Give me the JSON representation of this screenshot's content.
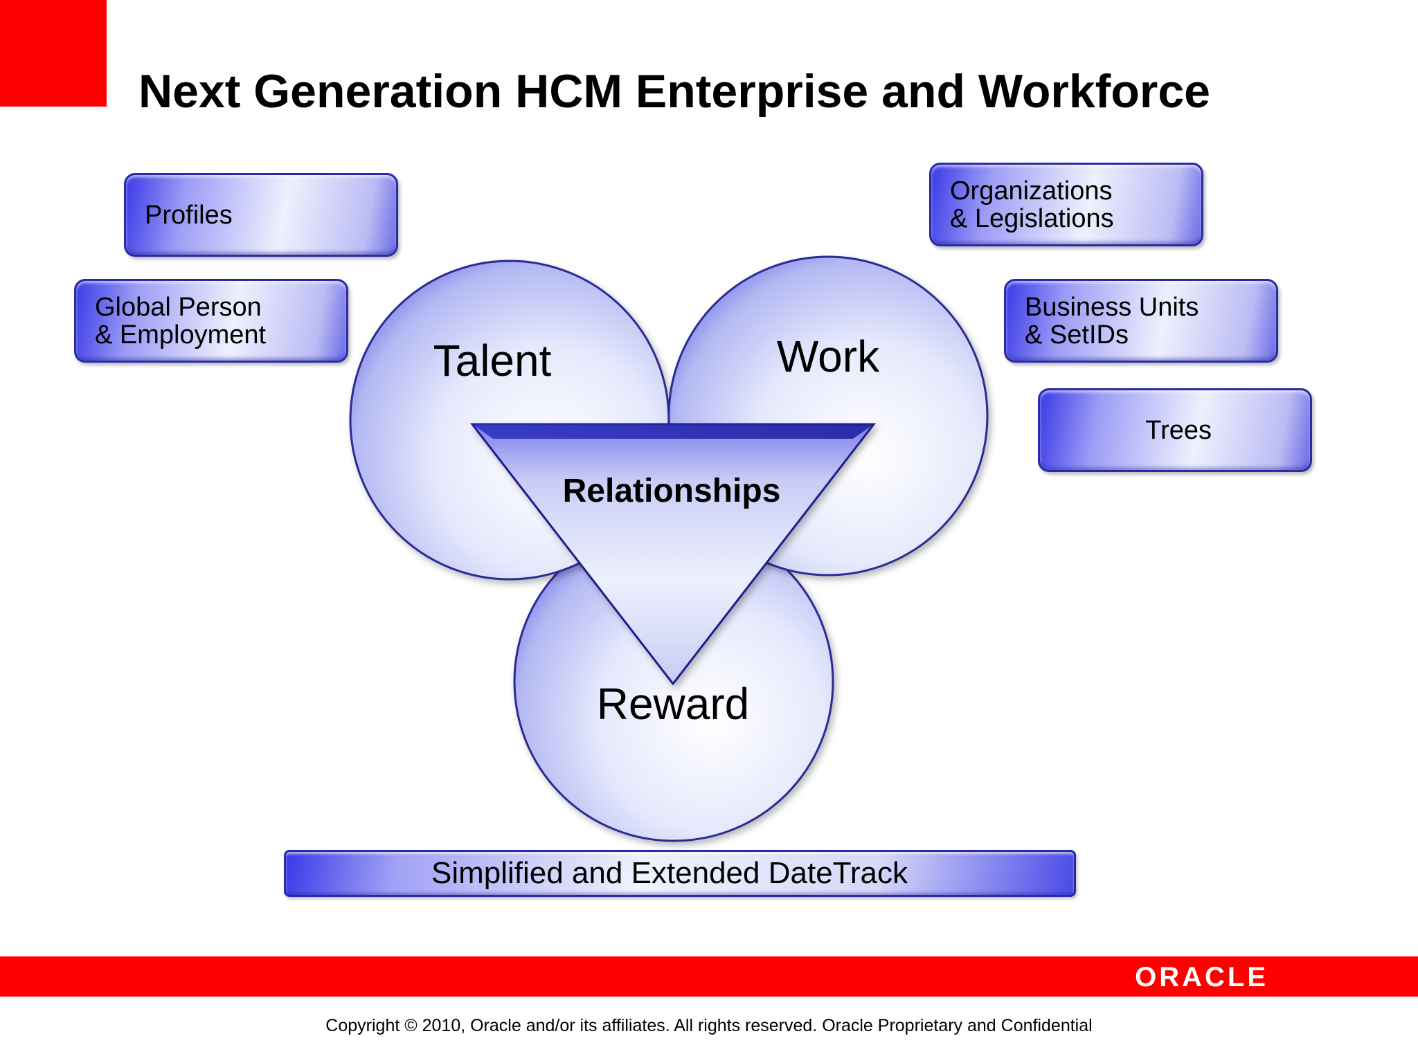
{
  "slide": {
    "title": "Next Generation HCM Enterprise and Workforce",
    "accent_color": "#ff0000",
    "box_color": "#3a3ae8",
    "circle_color": "#c4c9f7"
  },
  "left_boxes": {
    "profiles": "Profiles",
    "global_person_line1": "Global Person",
    "global_person_line2": "& Employment"
  },
  "right_boxes": {
    "organizations_line1": "Organizations",
    "organizations_line2": "& Legislations",
    "business_units_line1": "Business Units",
    "business_units_line2": "& SetIDs",
    "trees": "Trees"
  },
  "circles": {
    "talent": "Talent",
    "work": "Work",
    "reward": "Reward"
  },
  "triangle": {
    "label": "Relationships"
  },
  "footer_bar": "Simplified and Extended DateTrack",
  "footer": {
    "logo": "ORACLE",
    "copyright": "Copyright © 2010, Oracle and/or its affiliates. All rights reserved.  Oracle Proprietary and Confidential"
  }
}
